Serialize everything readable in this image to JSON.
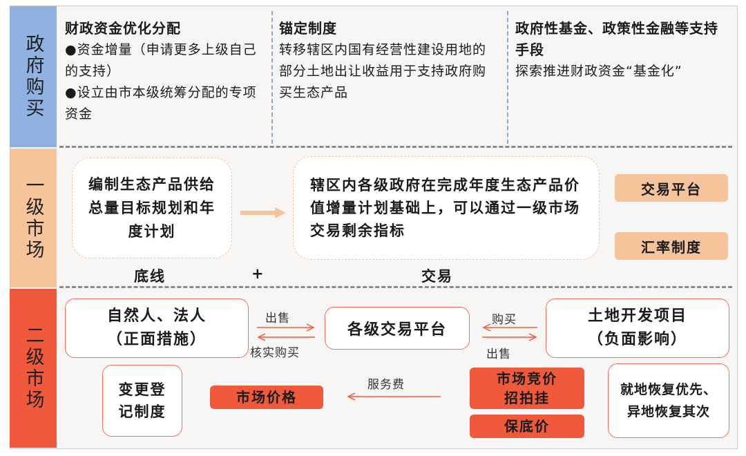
{
  "side_labels": {
    "gov": "政府购买",
    "primary": "一级市场",
    "secondary": "二级市场"
  },
  "government": {
    "col1": {
      "title": "财政资金优化分配",
      "items": [
        "●资金增量（申请更多上级自己的支持）",
        "●设立由市本级统筹分配的专项资金"
      ]
    },
    "col2": {
      "title": "锚定制度",
      "text": "转移辖区内国有经营性建设用地的部分土地出让收益用于支持政府购买生态产品"
    },
    "col3": {
      "title": "政府性基金、政策性金融等支持手段",
      "text": "探索推进财政资金“基金化”"
    }
  },
  "primary": {
    "plan_box": "编制生态产品供给总量目标规划和年度计划",
    "trade_box": "辖区内各级政府在完成年度生态产品价值增量计划基础上，可以通过一级市场交易剩余指标",
    "bottom_left": "底线",
    "plus": "+",
    "bottom_right": "交易",
    "btn_platform": "交易平台",
    "btn_rate": "汇率制度"
  },
  "secondary": {
    "persons_line1": "自然人、法人",
    "persons_line2": "（正面措施）",
    "platform": "各级交易平台",
    "land_line1": "土地开发项目",
    "land_line2": "（负面影响）",
    "sell_left": "出售",
    "verify_buy": "核实购买",
    "buy_right": "购买",
    "sell_right": "出售",
    "registration": "变更登记制度",
    "market_price": "市场价格",
    "service_fee": "服务费",
    "auction": "市场竞价招拍挂",
    "reserve_price": "保底价",
    "restore": "就地恢复优先、异地恢复其次"
  }
}
